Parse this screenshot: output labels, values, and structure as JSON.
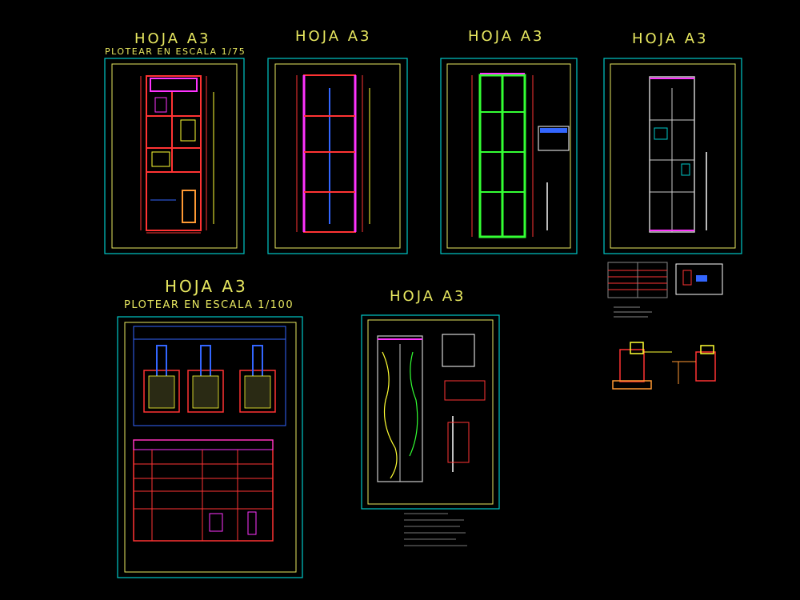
{
  "sheets": [
    {
      "title": "HOJA A3",
      "subtitle": "PLOTEAR EN ESCALA 1/75"
    },
    {
      "title": "HOJA A3"
    },
    {
      "title": "HOJA A3"
    },
    {
      "title": "HOJA A3"
    },
    {
      "title": "HOJA A3",
      "subtitle": "PLOTEAR EN ESCALA 1/100"
    },
    {
      "title": "HOJA A3"
    }
  ],
  "colors": {
    "background": "#000000",
    "title": "#e8e860",
    "frame_outer": "#00c8c8",
    "frame_inner": "#e8e860",
    "wall": "#ff3333",
    "magenta": "#ff33ff",
    "blue": "#3366ff",
    "green": "#33ff33",
    "yellow": "#ffff33",
    "white": "#ffffff"
  }
}
